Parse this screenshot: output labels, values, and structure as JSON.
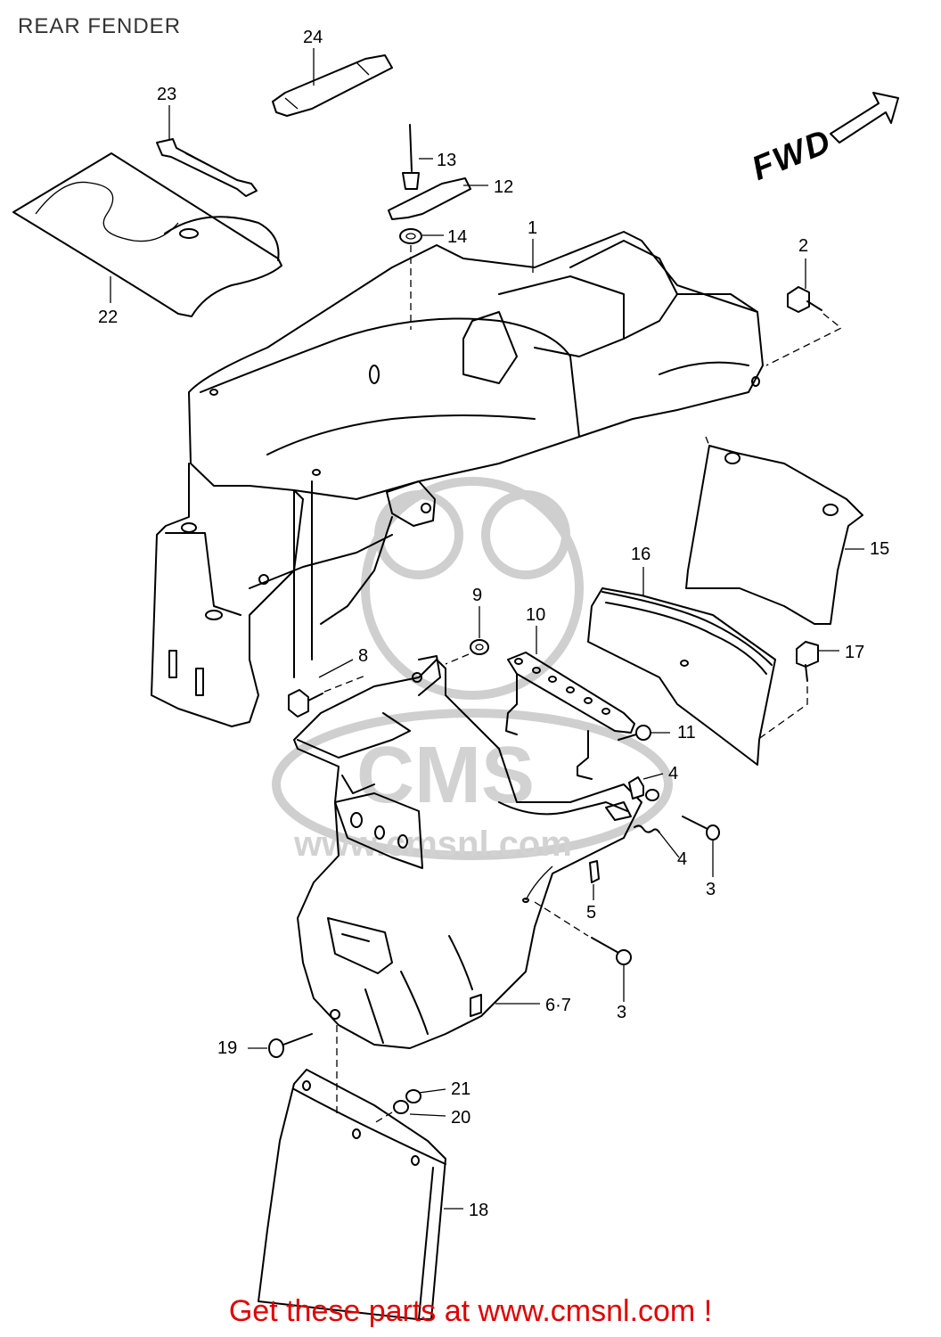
{
  "title": "REAR FENDER",
  "direction_label": "FWD",
  "watermark": {
    "brand": "CMS",
    "site": "www.cmsnl.com"
  },
  "footer": "Get these parts at www.cmsnl.com !",
  "callouts": [
    {
      "id": "c24",
      "label": "24"
    },
    {
      "id": "c23",
      "label": "23"
    },
    {
      "id": "c13",
      "label": "13"
    },
    {
      "id": "c12",
      "label": "12"
    },
    {
      "id": "c14",
      "label": "14"
    },
    {
      "id": "c1",
      "label": "1"
    },
    {
      "id": "c2",
      "label": "2"
    },
    {
      "id": "c22",
      "label": "22"
    },
    {
      "id": "c15",
      "label": "15"
    },
    {
      "id": "c16",
      "label": "16"
    },
    {
      "id": "c9",
      "label": "9"
    },
    {
      "id": "c10",
      "label": "10"
    },
    {
      "id": "c17",
      "label": "17"
    },
    {
      "id": "c8",
      "label": "8"
    },
    {
      "id": "c11",
      "label": "11"
    },
    {
      "id": "c4a",
      "label": "4"
    },
    {
      "id": "c4b",
      "label": "4"
    },
    {
      "id": "c3a",
      "label": "3"
    },
    {
      "id": "c5",
      "label": "5"
    },
    {
      "id": "c67",
      "label": "6·7"
    },
    {
      "id": "c3b",
      "label": "3"
    },
    {
      "id": "c19",
      "label": "19"
    },
    {
      "id": "c21",
      "label": "21"
    },
    {
      "id": "c20",
      "label": "20"
    },
    {
      "id": "c18",
      "label": "18"
    }
  ]
}
